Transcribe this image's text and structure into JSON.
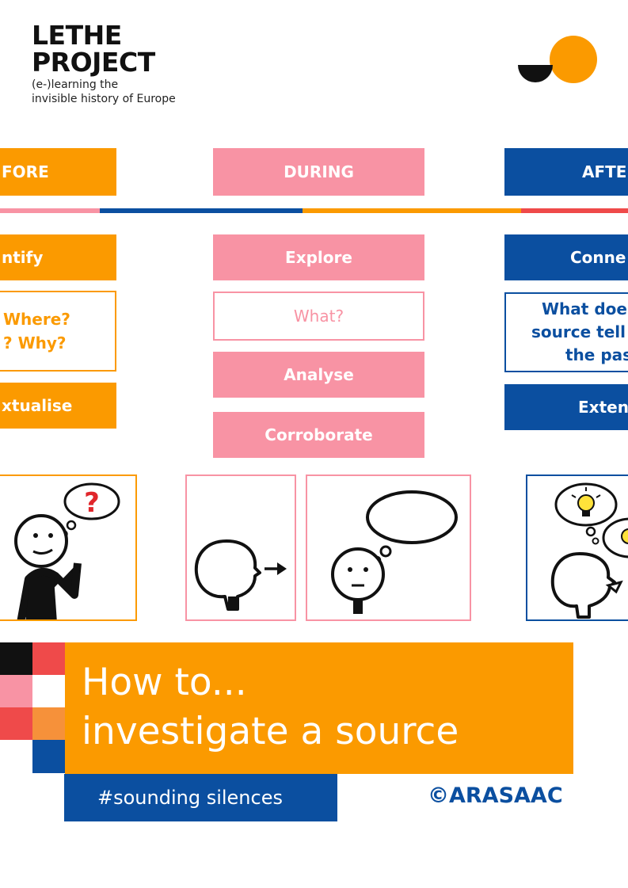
{
  "brand": {
    "title_line1": "LETHE",
    "title_line2": "PROJECT",
    "tagline_line1": "(e-)learning the",
    "tagline_line2": "invisible history of Europe"
  },
  "columns": {
    "before": {
      "header": "FORE",
      "step1": "ntify",
      "question_line1": "Where?",
      "question_line2": "? Why?",
      "step2": "xtualise"
    },
    "during": {
      "header": "DURING",
      "step1": "Explore",
      "question": "What?",
      "step2": "Analyse",
      "step3": "Corroborate"
    },
    "after": {
      "header": "AFTE",
      "step1": "Conne",
      "question_line1": "What doe",
      "question_line2": "source tell",
      "question_line3": "the pas",
      "step2": "Exten"
    }
  },
  "pictograms": {
    "thinking_question_mark": "?"
  },
  "banner": {
    "line1": "How to...",
    "line2": "investigate a source",
    "hashtag": "#sounding silences",
    "credit": "©ARASAAC"
  },
  "colors": {
    "orange": "#fb9a00",
    "pink": "#f893a4",
    "blue": "#0b4fa0",
    "red": "#ef4a4a",
    "black": "#111111"
  }
}
